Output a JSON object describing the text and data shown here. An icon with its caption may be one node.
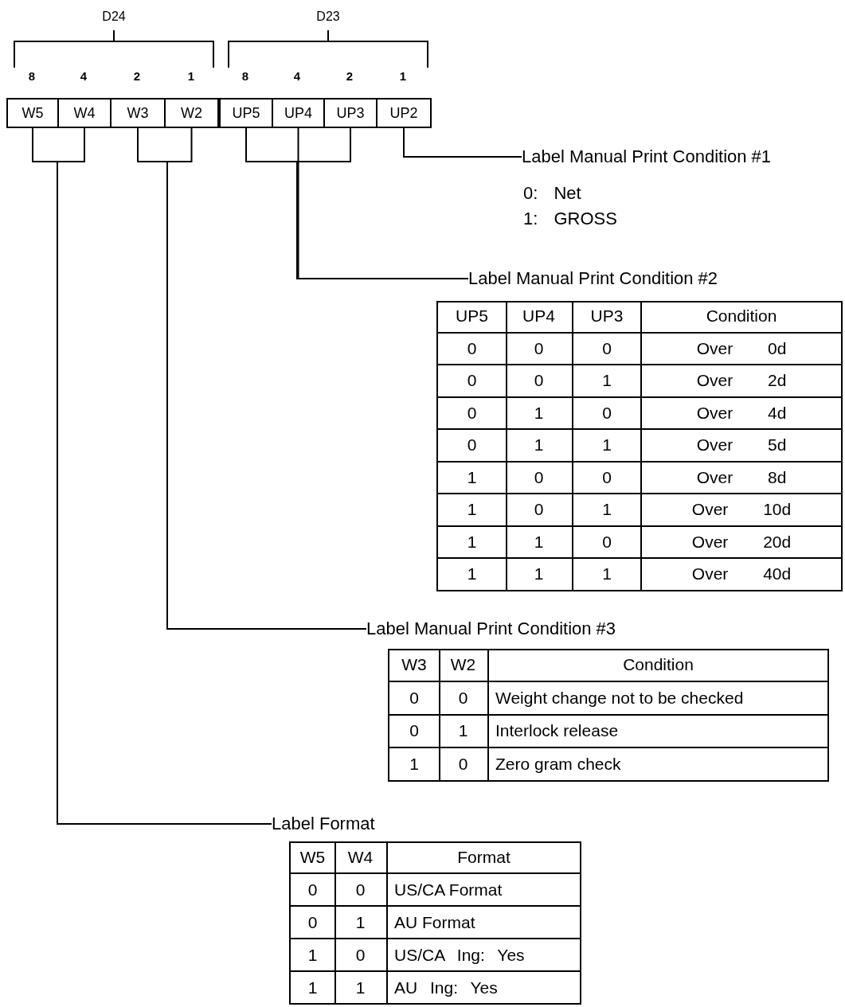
{
  "diagram": {
    "nodes": [
      {
        "text": [
          "W5"
        ]
      },
      {
        "text": [
          "W4"
        ]
      },
      {
        "text": [
          "W3"
        ]
      },
      {
        "text": [
          "W2"
        ]
      },
      {
        "text": [
          "UP5"
        ]
      },
      {
        "text": [
          "UP4"
        ]
      },
      {
        "text": [
          "UP3"
        ]
      },
      {
        "text": [
          "UP2"
        ]
      },
      {
        "text": [
          "Label Manual Print Condition #1"
        ]
      },
      {
        "text": [
          "Label Manual Print Condition #2"
        ]
      },
      {
        "text": [
          "Label Manual Print Condition #3"
        ]
      },
      {
        "text": [
          "Label Format"
        ]
      }
    ],
    "edges": [
      {
        "from": 0,
        "to": 11,
        "arrow": "none"
      },
      {
        "from": 1,
        "to": 11,
        "arrow": "none"
      },
      {
        "from": 2,
        "to": 10,
        "arrow": "none"
      },
      {
        "from": 3,
        "to": 10,
        "arrow": "none"
      },
      {
        "from": 4,
        "to": 9,
        "arrow": "none"
      },
      {
        "from": 5,
        "to": 9,
        "arrow": "none"
      },
      {
        "from": 6,
        "to": 9,
        "arrow": "none"
      },
      {
        "from": 7,
        "to": 8,
        "arrow": "none"
      }
    ],
    "labels": [
      "D24",
      "D23",
      "8",
      "4",
      "2",
      "1",
      "8",
      "4",
      "2",
      "1",
      "0: Net",
      "1: GROSS",
      "UP5",
      "UP4",
      "UP3",
      "Condition",
      "0",
      "0",
      "0",
      "Over 0d",
      "0",
      "0",
      "1",
      "Over 2d",
      "0",
      "1",
      "0",
      "Over 4d",
      "0",
      "1",
      "1",
      "Over 5d",
      "1",
      "0",
      "0",
      "Over 8d",
      "1",
      "0",
      "1",
      "Over 10d",
      "1",
      "1",
      "0",
      "Over 20d",
      "1",
      "1",
      "1",
      "Over 40d",
      "W3",
      "W2",
      "Condition",
      "0",
      "0",
      "Weight change not to be checked",
      "0",
      "1",
      "Interlock release",
      "1",
      "0",
      "Zero gram check",
      "W5",
      "W4",
      "Format",
      "0",
      "0",
      "US/CA Format",
      "0",
      "1",
      "AU Format",
      "1",
      "0",
      "US/CA Ing: Yes",
      "1",
      "1",
      "AU Ing: Yes"
    ]
  }
}
